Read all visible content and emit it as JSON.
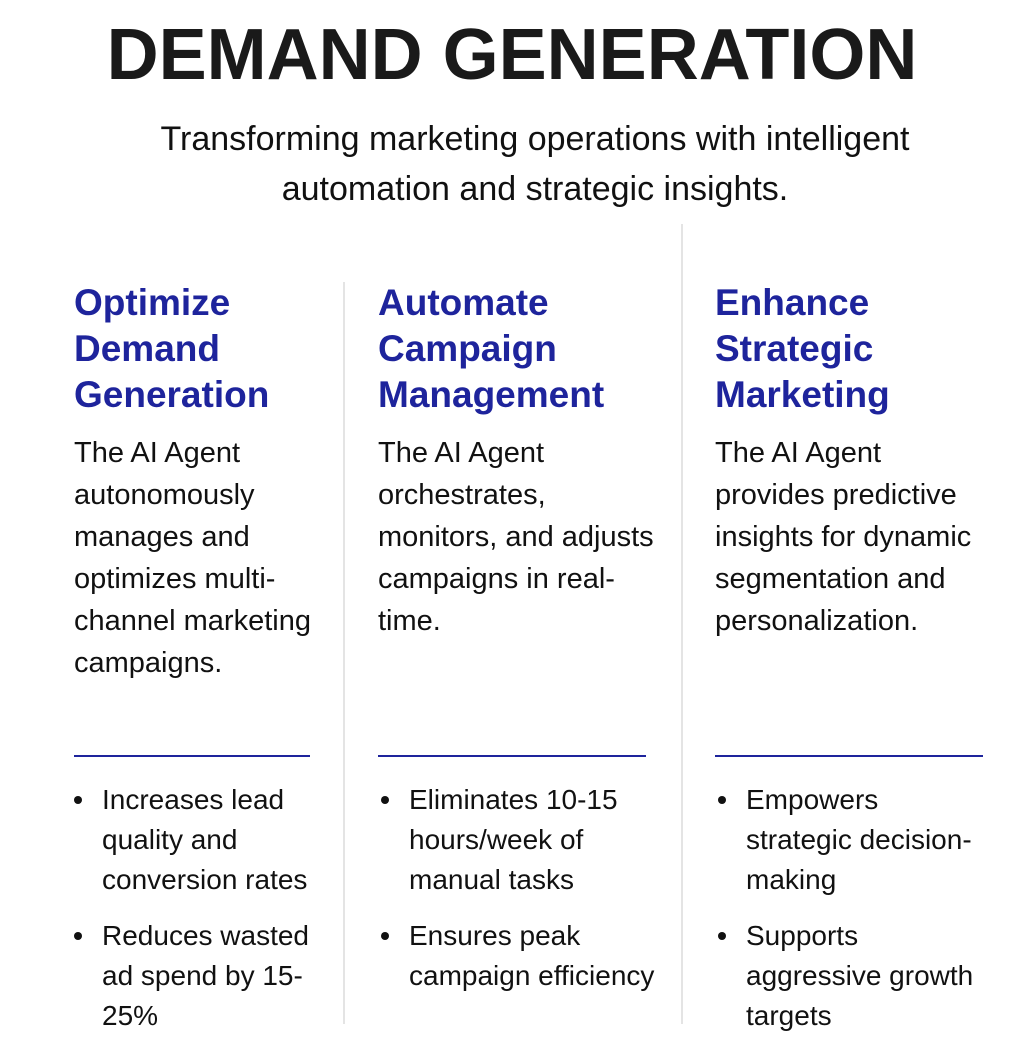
{
  "header": {
    "title": "DEMAND GENERATION",
    "subtitle": "Transforming marketing operations with intelligent automation and strategic insights."
  },
  "columns": [
    {
      "heading": "Optimize Demand Generation",
      "description": "The AI Agent autonomously manages and optimizes multi-channel marketing campaigns.",
      "bullets": [
        "Increases lead quality and conversion rates",
        "Reduces wasted ad spend by 15-25%"
      ]
    },
    {
      "heading": "Automate Campaign Management",
      "description": "The AI Agent orchestrates, monitors, and adjusts campaigns in real-time.",
      "bullets": [
        "Eliminates 10-15 hours/week of manual tasks",
        "Ensures peak campaign efficiency"
      ]
    },
    {
      "heading": "Enhance Strategic Marketing",
      "description": "The AI Agent provides predictive insights for dynamic segmentation and personalization.",
      "bullets": [
        "Empowers strategic decision-making",
        "Supports aggressive growth targets"
      ]
    }
  ],
  "colors": {
    "accent": "#1e249c",
    "text": "#111111",
    "divider": "#e4e4e4"
  }
}
